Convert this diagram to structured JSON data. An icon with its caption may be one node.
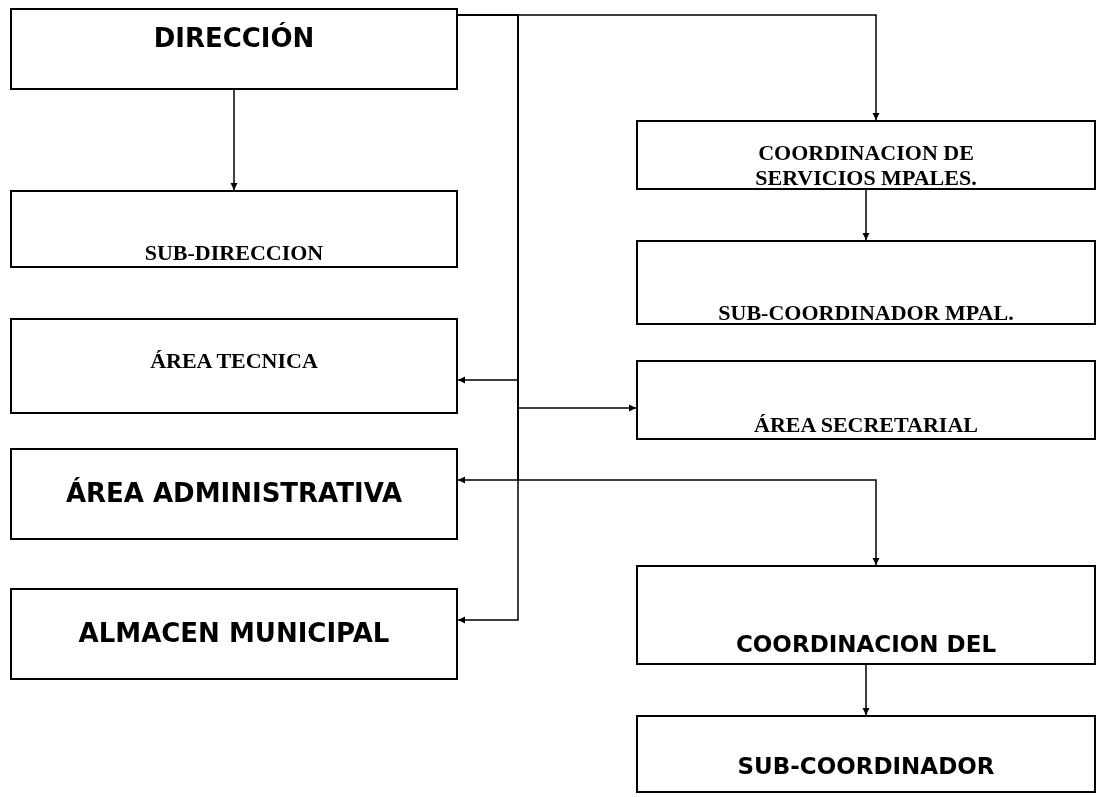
{
  "diagram": {
    "nodes": [
      {
        "text": [
          "DIRECCIÓN"
        ]
      },
      {
        "text": [
          "SUB-DIRECCION"
        ]
      },
      {
        "text": [
          "ÁREA TECNICA"
        ]
      },
      {
        "text": [
          "ÁREA ADMINISTRATIVA"
        ]
      },
      {
        "text": [
          "ALMACEN MUNICIPAL"
        ]
      },
      {
        "text": [
          "COORDINACION DE SERVICIOS MPALES."
        ]
      },
      {
        "text": [
          "SUB-COORDINADOR MPAL."
        ]
      },
      {
        "text": [
          "ÁREA SECRETARIAL"
        ]
      },
      {
        "text": [
          "COORDINACION DEL"
        ]
      },
      {
        "text": [
          "SUB-COORDINADOR"
        ]
      }
    ],
    "edges": [
      {
        "from": 0,
        "to": 1,
        "arrow": "to"
      },
      {
        "from": 0,
        "to": 5,
        "arrow": "to"
      },
      {
        "from": 0,
        "to": 2,
        "arrow": "to"
      },
      {
        "from": 0,
        "to": 7,
        "arrow": "to"
      },
      {
        "from": 0,
        "to": 3,
        "arrow": "to"
      },
      {
        "from": 0,
        "to": 8,
        "arrow": "to"
      },
      {
        "from": 0,
        "to": 4,
        "arrow": "to"
      },
      {
        "from": 5,
        "to": 6,
        "arrow": "to"
      },
      {
        "from": 8,
        "to": 9,
        "arrow": "to"
      }
    ]
  }
}
